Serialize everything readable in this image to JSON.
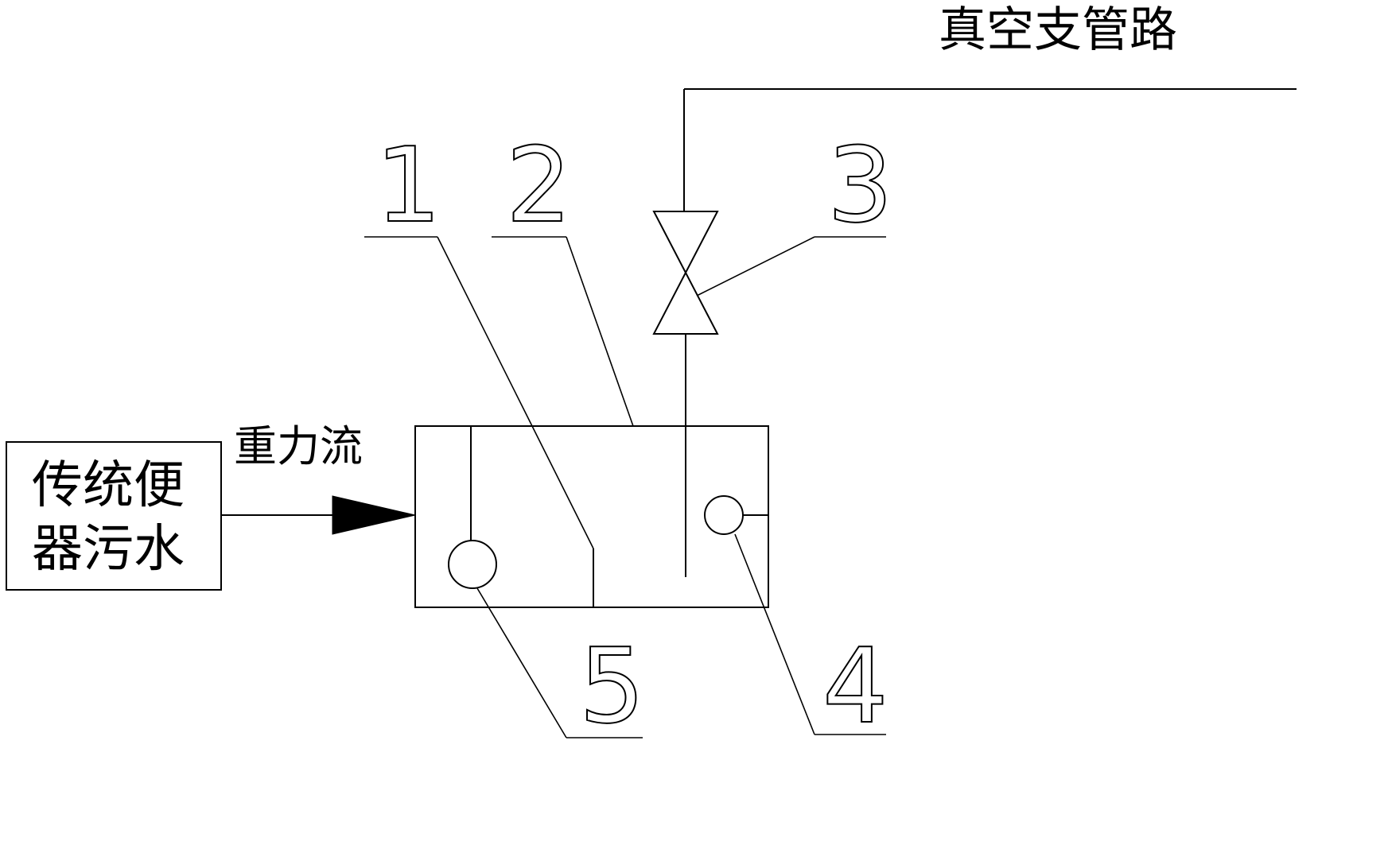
{
  "labels": {
    "vacuum_branch": "真空支管路",
    "gravity_flow": "重力流",
    "source_line1": "传统便",
    "source_line2": "器污水"
  },
  "callouts": {
    "c1": "1",
    "c2": "2",
    "c3": "3",
    "c4": "4",
    "c5": "5"
  }
}
